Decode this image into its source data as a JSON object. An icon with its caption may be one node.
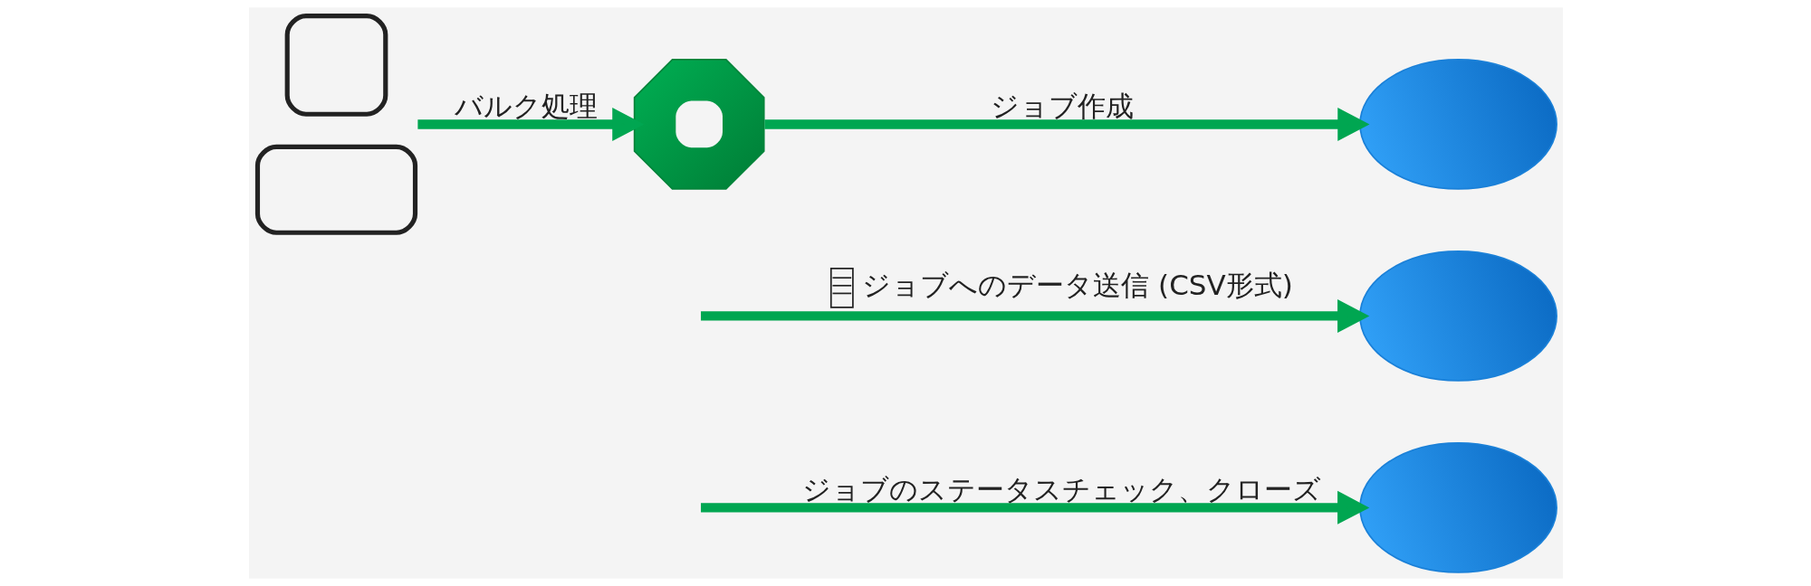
{
  "diagram": {
    "nodes": [
      {
        "text": [],
        "shape": "person"
      },
      {
        "text": [],
        "shape": "gear"
      },
      {
        "text": [],
        "shape": "cloud"
      },
      {
        "text": [],
        "shape": "cloud"
      },
      {
        "text": [],
        "shape": "cloud"
      }
    ],
    "edges": [
      {
        "from": 0,
        "to": 1,
        "arrow": "to",
        "label": "バルク処理"
      },
      {
        "from": 1,
        "to": 2,
        "arrow": "to",
        "label": "ジョブ作成"
      },
      {
        "from": null,
        "to": 3,
        "arrow": "to",
        "label": "ジョブへのデータ送信 (CSV形式)"
      },
      {
        "from": null,
        "to": 4,
        "arrow": "to",
        "label": "ジョブのステータスチェック、クローズ"
      }
    ]
  }
}
